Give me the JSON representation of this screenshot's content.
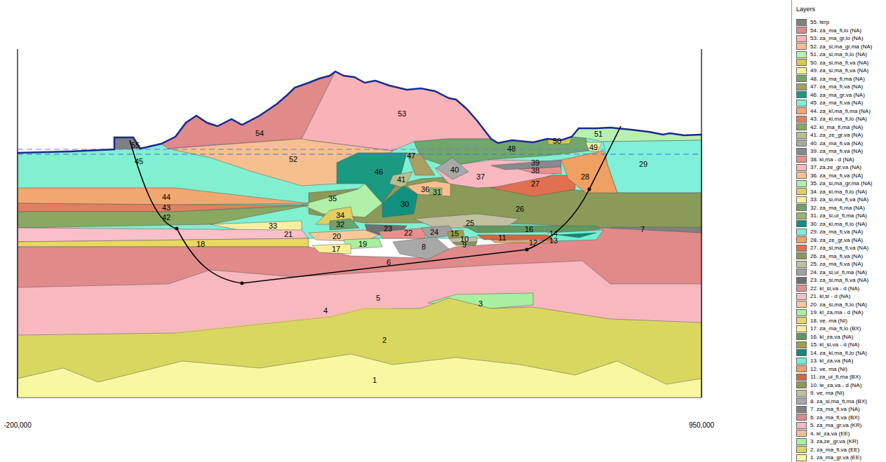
{
  "diagram": {
    "labels": [
      "55",
      "54",
      "53",
      "52",
      "51",
      "50",
      "49",
      "48",
      "47",
      "46",
      "45",
      "44",
      "43",
      "42",
      "41",
      "40",
      "39",
      "38",
      "37",
      "36",
      "35",
      "34",
      "33",
      "32",
      "31",
      "30",
      "29",
      "28",
      "27",
      "26",
      "25",
      "24",
      "23",
      "22",
      "21",
      "20",
      "19",
      "18",
      "17",
      "16",
      "15",
      "14",
      "13",
      "12",
      "11",
      "10",
      "9",
      "8",
      "7",
      "6",
      "5",
      "4",
      "3",
      "2",
      "1",
      "-200,000",
      "950,000",
      "Layers"
    ],
    "legend": [
      {
        "text": "55. terp",
        "color": "#808080"
      },
      {
        "text": "54. za_ma_fi,lo (NA)",
        "color": "#e08a8a"
      },
      {
        "text": "53. za_ma_gr,lo (NA)",
        "color": "#f7b3b8"
      },
      {
        "text": "52. za_si,ma_gr,ma (NA)",
        "color": "#f5c08e"
      },
      {
        "text": "51. za_si,ma_fi,lo (NA)",
        "color": "#b8f0b0"
      },
      {
        "text": "50. za_si,ma_fi,va (NA)",
        "color": "#d8c84a"
      },
      {
        "text": "49. za_si,ma_fi,va (NA)",
        "color": "#f8f2a0"
      },
      {
        "text": "48. za_ma_fi,ma (NA)",
        "color": "#6fa86a"
      },
      {
        "text": "47. za_ma_fi,va (NA)",
        "color": "#a8a060"
      },
      {
        "text": "46. za_ma_gr,va (NA)",
        "color": "#1a9a80"
      },
      {
        "text": "45. za_ma_fi,va (NA)",
        "color": "#80f0d0"
      },
      {
        "text": "44. za_kl,ma_fi,ma (NA)",
        "color": "#f0a870"
      },
      {
        "text": "43. za_kl,ma_fi,lo (NA)",
        "color": "#e08060"
      },
      {
        "text": "42. kl_ma_fi,ma (NA)",
        "color": "#8aa860"
      },
      {
        "text": "41. za_ze_gr,va (NA)",
        "color": "#b8c090"
      },
      {
        "text": "40. za_ma_fi,va (NA)",
        "color": "#a8a8a8"
      },
      {
        "text": "39. za_ma_fi,va (NA)",
        "color": "#888890"
      },
      {
        "text": "38. kl,ma - d (NA)",
        "color": "#e89090"
      },
      {
        "text": "37. za,ze_gr,va (NA)",
        "color": "#f8b8c0"
      },
      {
        "text": "36. za_ma_fi,va (NA)",
        "color": "#f8c090"
      },
      {
        "text": "35. za_si,ma_gr,ma (NA)",
        "color": "#b0f0a8"
      },
      {
        "text": "34. za_kl,ma_fi,lo (NA)",
        "color": "#e0d060"
      },
      {
        "text": "33. za_si,ma_fi,va (NA)",
        "color": "#f8f0a0"
      },
      {
        "text": "32. za_ma_fi,ma (NA)",
        "color": "#70a070"
      },
      {
        "text": "31. za_si,ui_fi,ma (NA)",
        "color": "#90b870"
      },
      {
        "text": "30. za_kl,ma_fi,lo (NA)",
        "color": "#109080"
      },
      {
        "text": "29. za_ma_fi,va (NA)",
        "color": "#80f0d8"
      },
      {
        "text": "28. za_ze_gr,va (NA)",
        "color": "#f0a060"
      },
      {
        "text": "27. za_si,ma_fi,va (NA)",
        "color": "#e07050"
      },
      {
        "text": "26. za_ma_fi,va (NA)",
        "color": "#8a9a58"
      },
      {
        "text": "25. za_ma_fi,va (NA)",
        "color": "#c0c0a0"
      },
      {
        "text": "24. za_si,ui_fi,ma (NA)",
        "color": "#a0a0a0"
      },
      {
        "text": "23. za_si,ma_fi,va (NA)",
        "color": "#707070"
      },
      {
        "text": "22. kl_si,va - d (NA)",
        "color": "#e89090"
      },
      {
        "text": "21. kl,sl - d (NA)",
        "color": "#f8c0c8"
      },
      {
        "text": "20. za_si,ma_fi,lo (NA)",
        "color": "#f8c898"
      },
      {
        "text": "19. kl_za,ma - d (NA)",
        "color": "#a8f0a0"
      },
      {
        "text": "18. ve, ma (NI)",
        "color": "#e8d860"
      },
      {
        "text": "17. za_ma_fi,lo (BX)",
        "color": "#f8f098"
      },
      {
        "text": "16. kl_za,va (NA)",
        "color": "#609860"
      },
      {
        "text": "15. kl_si,va - d (NA)",
        "color": "#a0a050"
      },
      {
        "text": "14. za_kl,ma_fi,lo (NA)",
        "color": "#108878"
      },
      {
        "text": "13. kl_za,va (NA)",
        "color": "#70f0d0"
      },
      {
        "text": "12. ve, ma (NI)",
        "color": "#f0a060"
      },
      {
        "text": "11. za_ui_fi,ma (BX)",
        "color": "#d06840"
      },
      {
        "text": "10. le_za,va - d (NA)",
        "color": "#8a9a58"
      },
      {
        "text": "9. ve, ma (NI)",
        "color": "#c0c0a0"
      },
      {
        "text": "8. za_si,ma_fi,ma (BX)",
        "color": "#a8a8a8"
      },
      {
        "text": "7. za_ma_fi,va (NA)",
        "color": "#808080"
      },
      {
        "text": "6. za_ma_fi,va (BX)",
        "color": "#e08a8a"
      },
      {
        "text": "5. za_ma_gr,va (KR)",
        "color": "#f8b8c0"
      },
      {
        "text": "4. kl_za,va (EE)",
        "color": "#f0c090"
      },
      {
        "text": "3. za,ze_gr,va (KR)",
        "color": "#a8f0a0"
      },
      {
        "text": "2. za_ma_fi,va (EE)",
        "color": "#d8d860"
      },
      {
        "text": "1. za_ma_gr,va (EE)",
        "color": "#f8f8a0"
      }
    ]
  }
}
